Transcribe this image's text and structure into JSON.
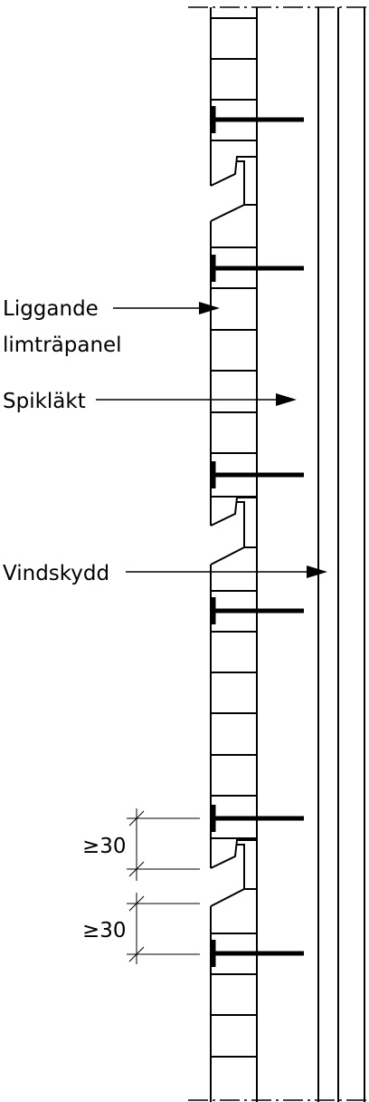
{
  "labels": {
    "panel_line1": "Liggande",
    "panel_line2": "limträpanel",
    "batten": "Spikläkt",
    "windbarrier": "Vindskydd"
  },
  "dimensions": {
    "upper": "≥30",
    "lower": "≥30"
  },
  "colors": {
    "line": "#000000",
    "background": "#ffffff"
  }
}
